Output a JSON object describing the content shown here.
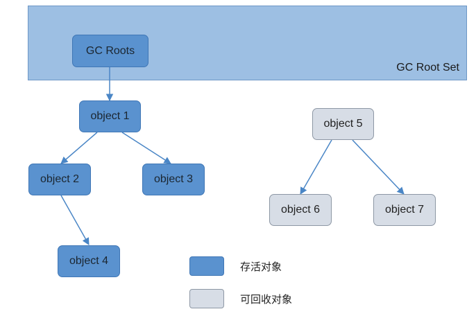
{
  "root_set": {
    "label": "GC Root Set"
  },
  "nodes": {
    "gc_roots": "GC Roots",
    "object1": "object 1",
    "object2": "object 2",
    "object3": "object 3",
    "object4": "object 4",
    "object5": "object 5",
    "object6": "object 6",
    "object7": "object 7"
  },
  "legend": {
    "alive_label": "存活对象",
    "collectable_label": "可回收对象"
  },
  "colors": {
    "root_set_fill": "#9dbfe3",
    "alive_fill": "#5a92cf",
    "collectable_fill": "#d7dde6",
    "arrow": "#4a86c6"
  }
}
